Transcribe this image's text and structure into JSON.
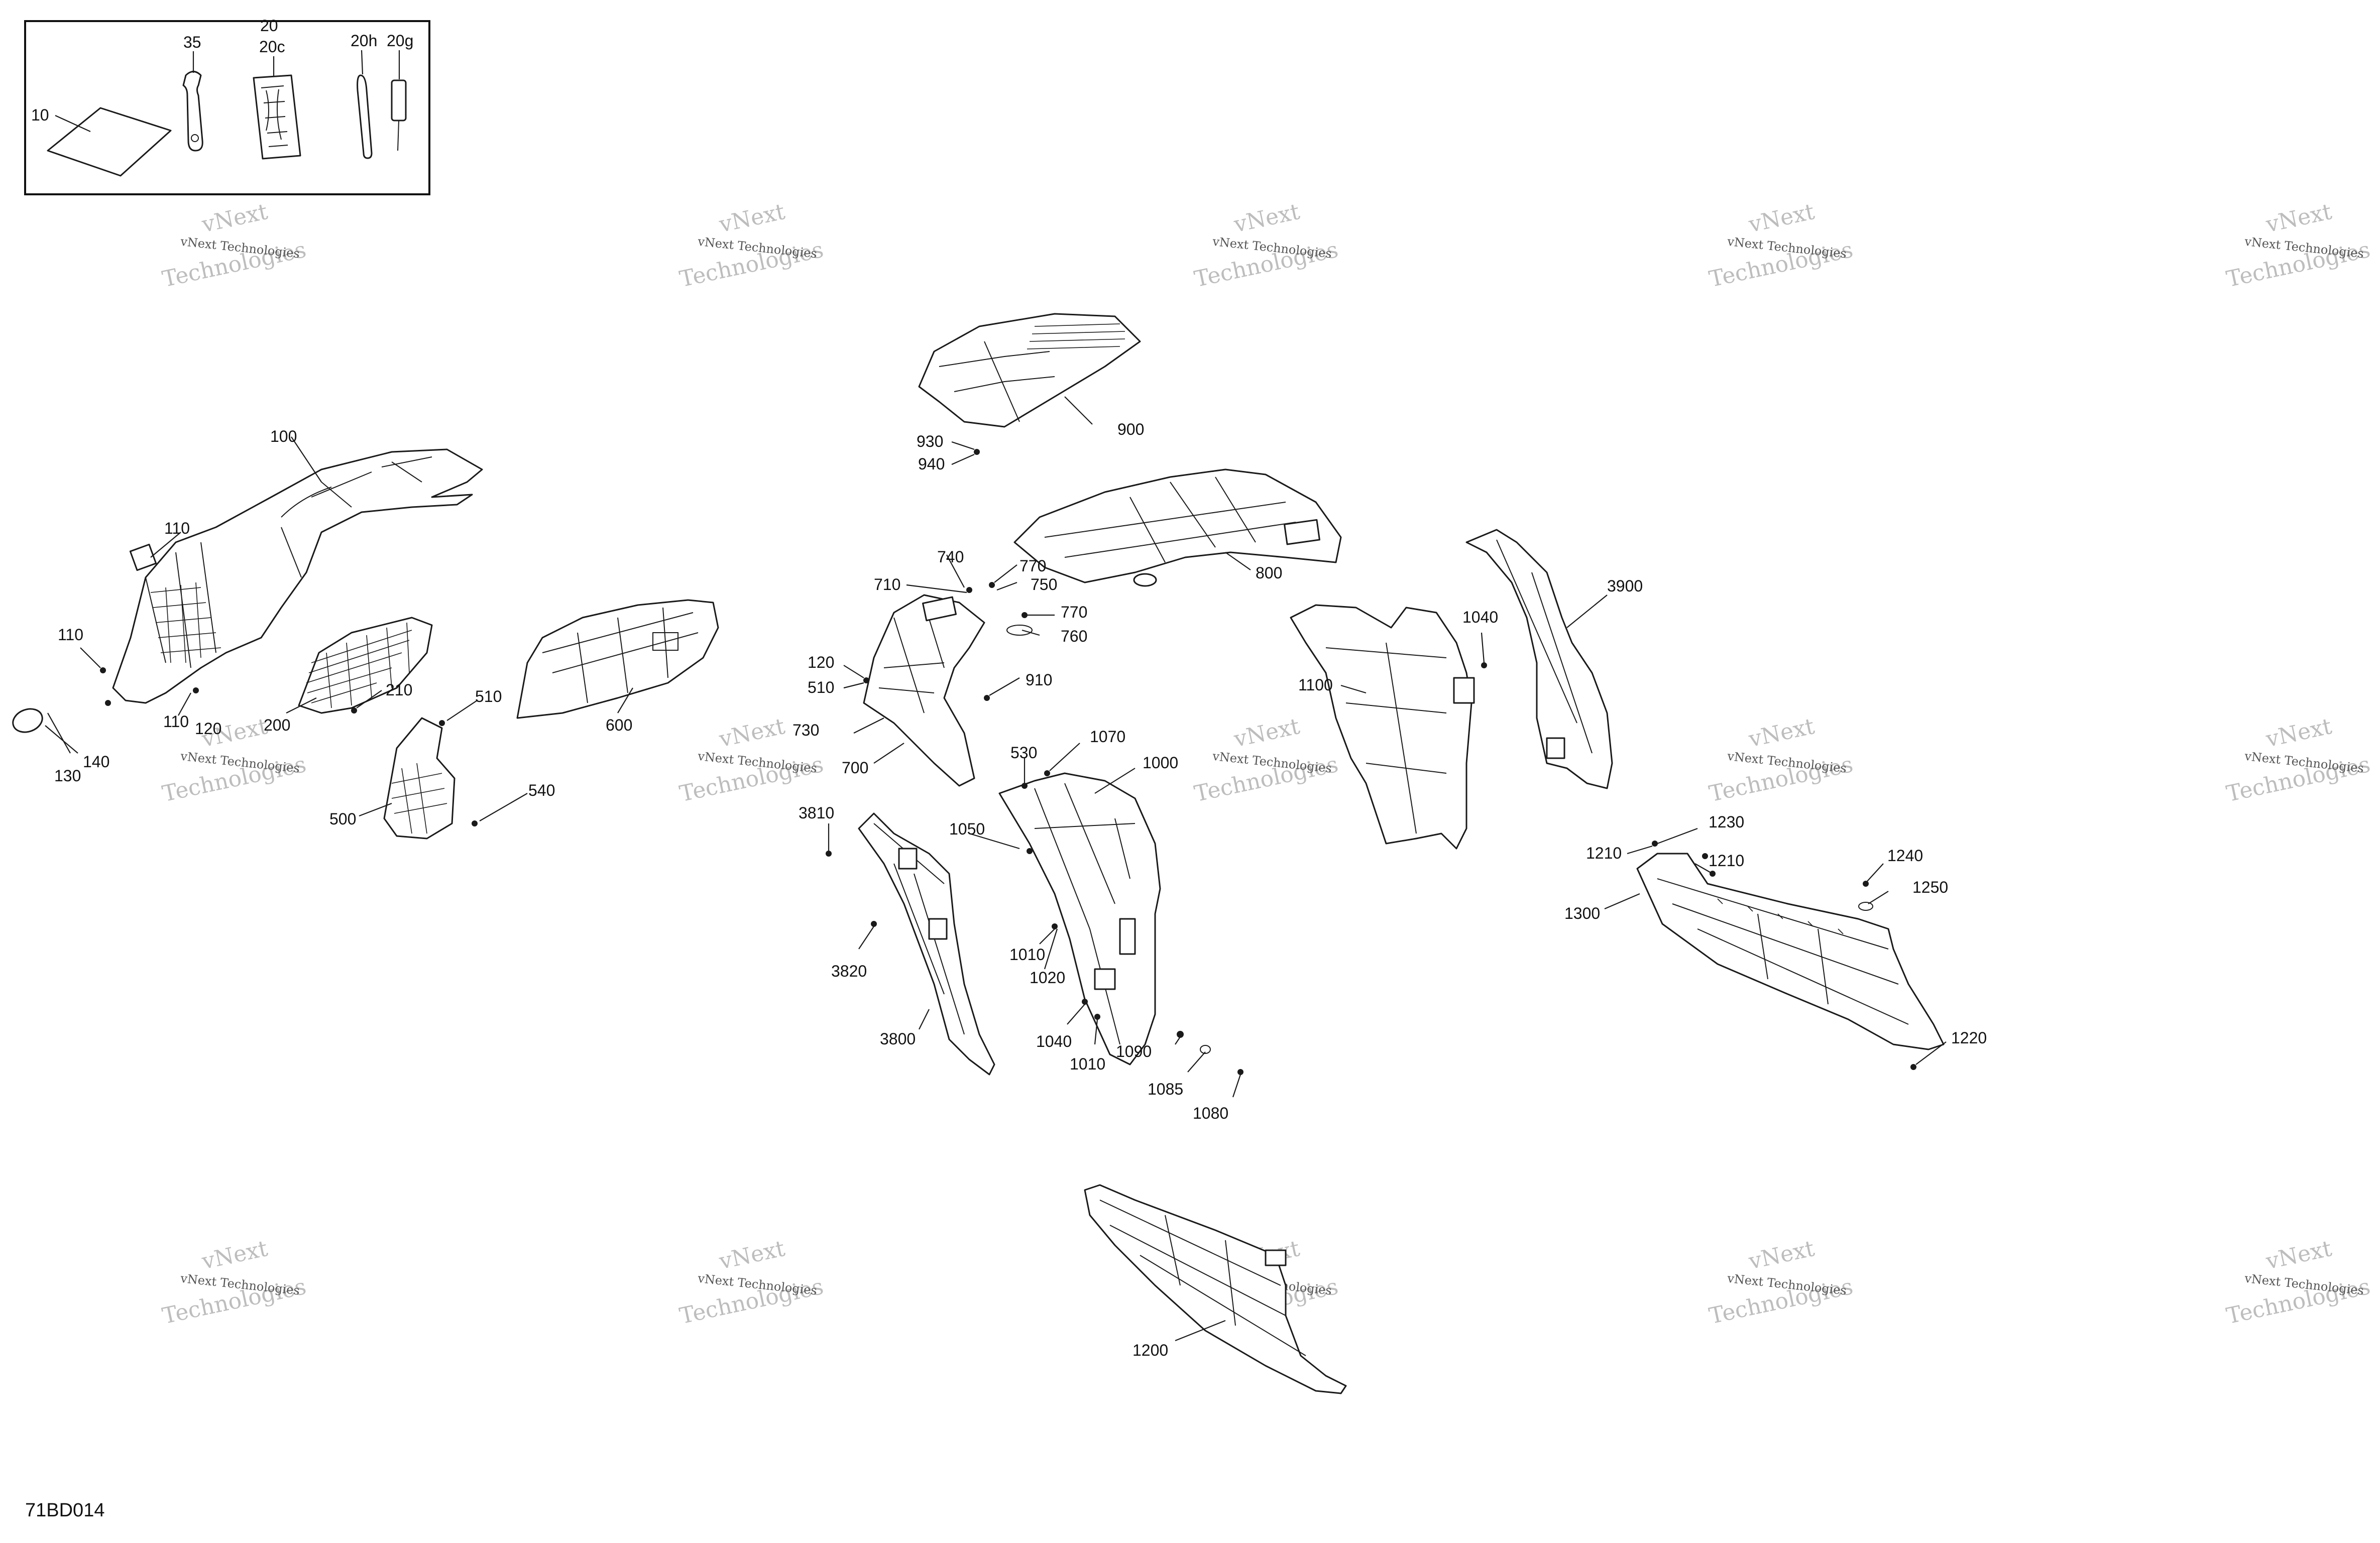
{
  "diagram_code": "71BD014",
  "watermark": {
    "line1": "vNext Technologies",
    "line2": "vNext",
    "line3": "Technologies"
  },
  "kit_callouts": [
    "10",
    "35",
    "20",
    "20c",
    "20h",
    "20g"
  ],
  "callouts": {
    "c100": "100",
    "c110a": "110",
    "c110b": "110",
    "c110c": "110",
    "c120a": "120",
    "c130": "130",
    "c140": "140",
    "c200": "200",
    "c210": "210",
    "c500": "500",
    "c510a": "510",
    "c540": "540",
    "c600": "600",
    "c900": "900",
    "c930": "930",
    "c940": "940",
    "c800": "800",
    "c740": "740",
    "c710": "710",
    "c770a": "770",
    "c750": "750",
    "c770b": "770",
    "c760": "760",
    "c120b": "120",
    "c510b": "510",
    "c910": "910",
    "c730": "730",
    "c700": "700",
    "c530": "530",
    "c1070": "1070",
    "c1000": "1000",
    "c3810": "3810",
    "c1050": "1050",
    "c3820": "3820",
    "c1010a": "1010",
    "c1020": "1020",
    "c3800": "3800",
    "c1040a": "1040",
    "c1010b": "1010",
    "c1090": "1090",
    "c1085": "1085",
    "c1080": "1080",
    "c1100": "1100",
    "c1040b": "1040",
    "c3900": "3900",
    "c1230": "1230",
    "c1210a": "1210",
    "c1210b": "1210",
    "c1240": "1240",
    "c1250": "1250",
    "c1300": "1300",
    "c1220": "1220",
    "c1200": "1200"
  }
}
